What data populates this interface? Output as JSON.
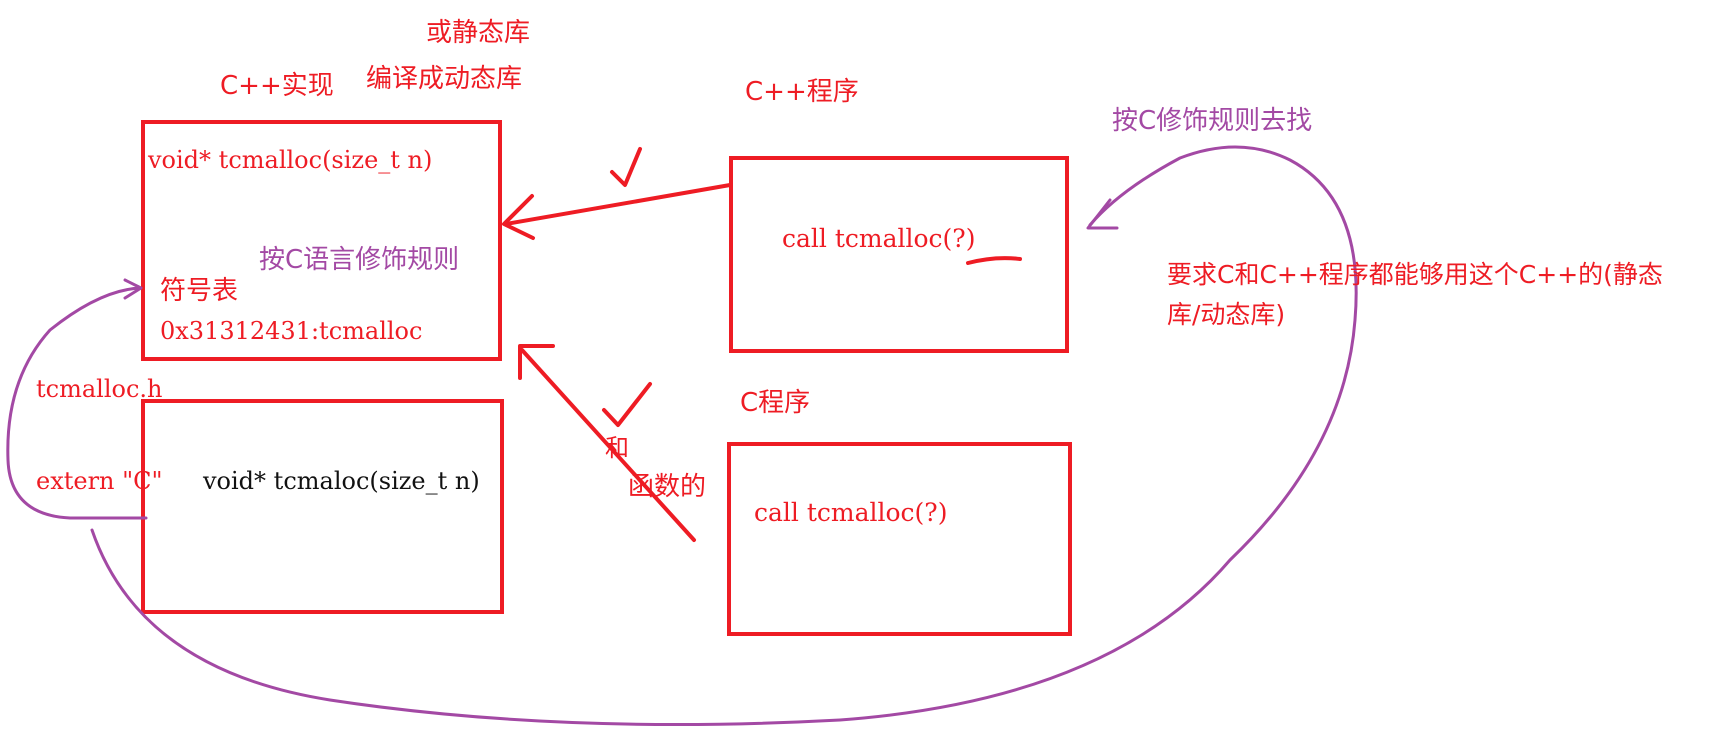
{
  "labels": {
    "or_static_lib": "或静态库",
    "compile_dynamic_lib": "编译成动态库",
    "cpp_impl": "C++实现",
    "cpp_program": "C++程序",
    "find_by_c_rule": "按C修饰规则去找",
    "c_program": "C程序",
    "requirement_line1": "要求C和C++程序都能够用这个C++的(静态",
    "requirement_line2": "库/动态库)",
    "by_c_lang_rule": "按C语言修饰规则",
    "symbol_table": "符号表",
    "symbol_entry": "0x31312431:tcmalloc",
    "impl_signature": "void* tcmalloc(size_t n)",
    "header_file": "tcmalloc.h",
    "extern_keyword": "extern \"C\"",
    "extern_signature": "void* tcmaloc(size_t n)",
    "cpp_call": "call tcmalloc(?)",
    "c_call": "call tcmalloc(?)",
    "partial_char": "和",
    "partial_text": "函数的"
  },
  "colors": {
    "ink_red": "#ee1c24",
    "ink_purple": "#a349a4",
    "text_black": "#111111"
  }
}
